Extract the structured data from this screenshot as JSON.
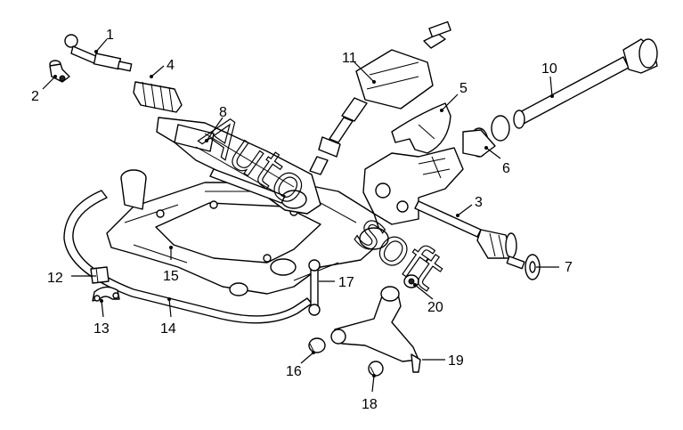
{
  "diagram": {
    "watermark": {
      "line1": "Auto",
      "line2": "soft"
    },
    "callouts": [
      {
        "id": "1",
        "label": "1"
      },
      {
        "id": "2",
        "label": "2"
      },
      {
        "id": "3",
        "label": "3"
      },
      {
        "id": "4",
        "label": "4"
      },
      {
        "id": "5",
        "label": "5"
      },
      {
        "id": "6",
        "label": "6"
      },
      {
        "id": "7",
        "label": "7"
      },
      {
        "id": "8",
        "label": "8"
      },
      {
        "id": "10",
        "label": "10"
      },
      {
        "id": "11",
        "label": "11"
      },
      {
        "id": "12",
        "label": "12"
      },
      {
        "id": "13",
        "label": "13"
      },
      {
        "id": "14",
        "label": "14"
      },
      {
        "id": "15",
        "label": "15"
      },
      {
        "id": "16",
        "label": "16"
      },
      {
        "id": "17",
        "label": "17"
      },
      {
        "id": "18",
        "label": "18"
      },
      {
        "id": "19",
        "label": "19"
      },
      {
        "id": "20",
        "label": "20"
      }
    ]
  }
}
